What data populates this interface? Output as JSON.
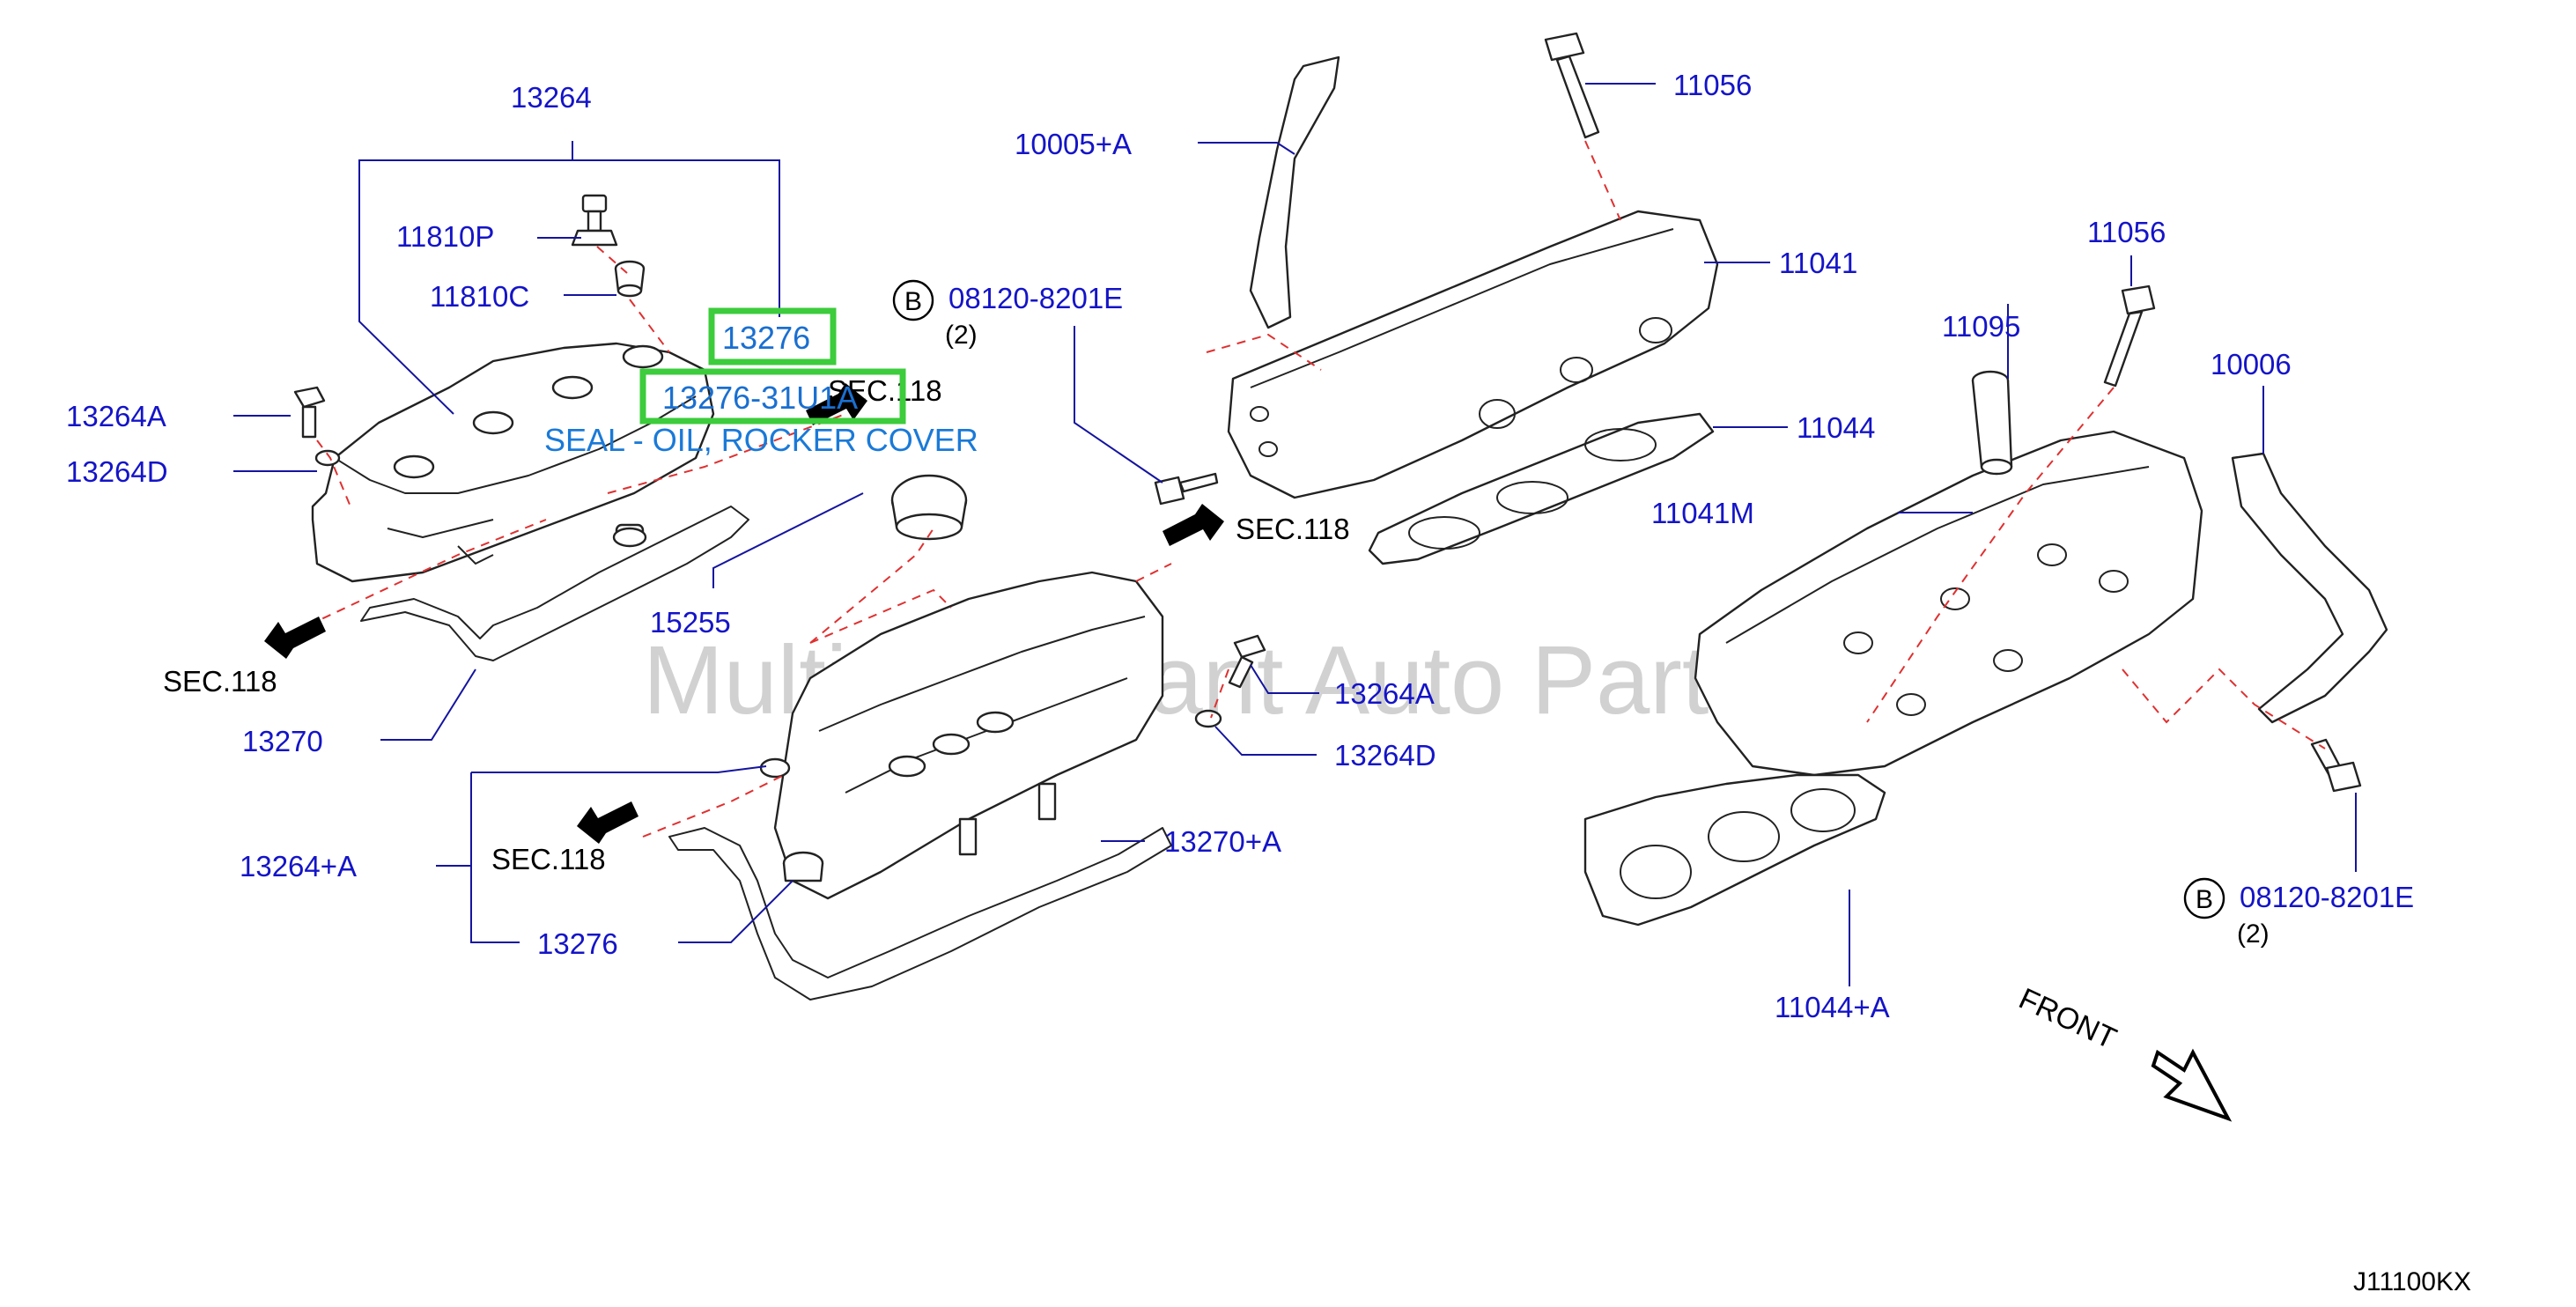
{
  "diagram": {
    "code": "J11100KX",
    "watermark": "Multi-Merchant Auto Partstore",
    "front": "FRONT",
    "bolt_marker": "B",
    "labels": {
      "p13264": "13264",
      "p11810P": "11810P",
      "p11810C": "11810C",
      "p13276_top": "13276",
      "p13264A_left": "13264A",
      "p13264D_left": "13264D",
      "p13270": "13270",
      "p15255": "15255",
      "p10005A": "10005+A",
      "p11056_top": "11056",
      "p11041": "11041",
      "p11044": "11044",
      "p08120_top": "08120-8201E",
      "p13264A_mid": "13264A",
      "p13264D_mid": "13264D",
      "p13270A": "13270+A",
      "p13264plusA": "13264+A",
      "p13276_bottom": "13276",
      "p11095": "11095",
      "p11056_right": "11056",
      "p10006": "10006",
      "p11041M": "11041M",
      "p08120_bottom": "08120-8201E",
      "p11044A": "11044+A"
    },
    "qty": {
      "top": "(2)",
      "bottom": "(2)"
    },
    "sec_labels": {
      "sec_top": "SEC.118",
      "sec_left": "SEC.118",
      "sec_mid": "SEC.118",
      "sec_lower": "SEC.118"
    },
    "highlight": {
      "part_number": "13276",
      "full_code": "13276-31U1A",
      "description": "SEAL - OIL, ROCKER COVER"
    }
  },
  "colors": {
    "label": "#1414c8",
    "highlight_box": "#3ccc3c",
    "dash": "#e03030"
  }
}
